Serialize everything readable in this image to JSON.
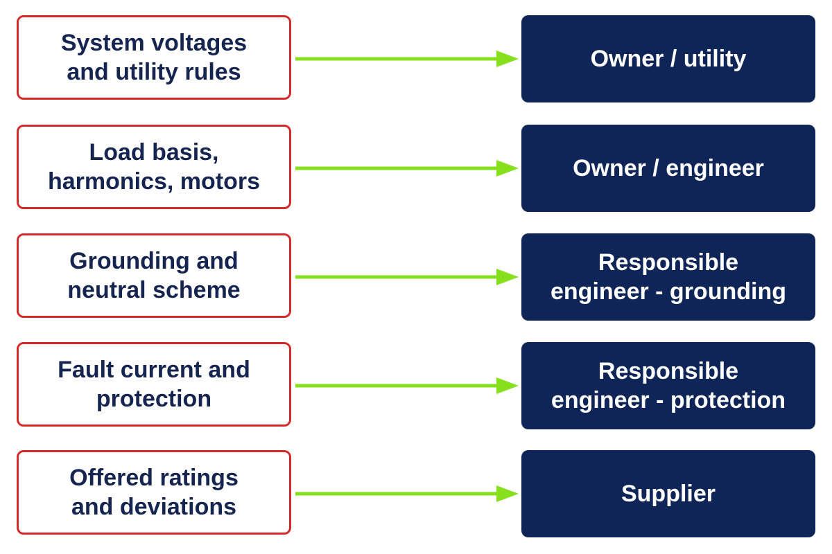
{
  "colors": {
    "left_border": "#d42a2a",
    "left_text": "#16254f",
    "right_fill": "#0f2557",
    "right_text": "#ffffff",
    "arrow": "#86e01e"
  },
  "rows": [
    {
      "input": "System voltages\nand utility rules",
      "owner": "Owner / utility"
    },
    {
      "input": "Load basis,\nharmonics, motors",
      "owner": "Owner / engineer"
    },
    {
      "input": "Grounding and\nneutral scheme",
      "owner": "Responsible\nengineer - grounding"
    },
    {
      "input": "Fault current and\nprotection",
      "owner": "Responsible\nengineer - protection"
    },
    {
      "input": "Offered ratings\nand deviations",
      "owner": "Supplier"
    }
  ]
}
